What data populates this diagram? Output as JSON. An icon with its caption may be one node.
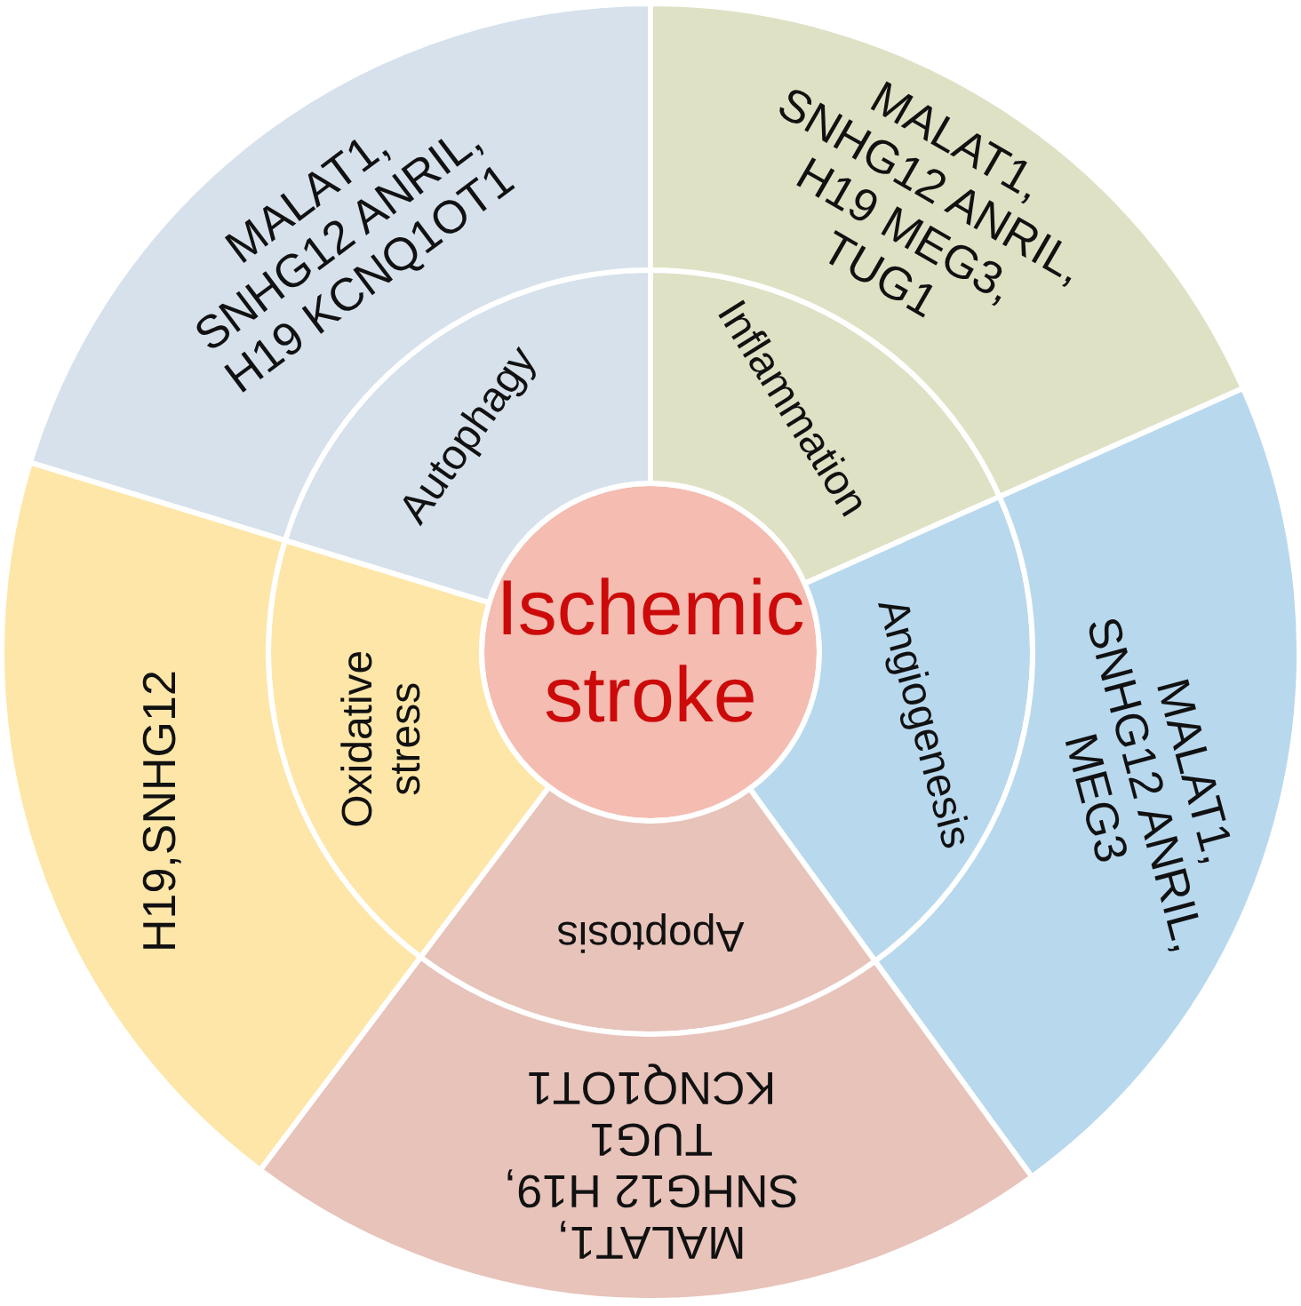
{
  "diagram": {
    "nodes": [
      {
        "text": [
          "Ischemic stroke"
        ]
      },
      {
        "text": [
          "Autophagy"
        ]
      },
      {
        "text": [
          "Inflammation"
        ]
      },
      {
        "text": [
          "Angiogenesis"
        ]
      },
      {
        "text": [
          "Apoptosis"
        ]
      },
      {
        "text": [
          "Oxidative stress"
        ]
      },
      {
        "text": [
          "MALAT1, SNHG12 ANRIL, H19 KCNQ1OT1"
        ]
      },
      {
        "text": [
          "MALAT1, SNHG12 ANRIL, H19 MEG3, TUG1"
        ]
      },
      {
        "text": [
          "MALAT1, SNHG12 ANRIL, MEG3"
        ]
      },
      {
        "text": [
          "MALAT1, SNHG12 H19, TUG1 KCNQ1OT1"
        ]
      },
      {
        "text": [
          "H19,SNHG12"
        ]
      }
    ]
  }
}
